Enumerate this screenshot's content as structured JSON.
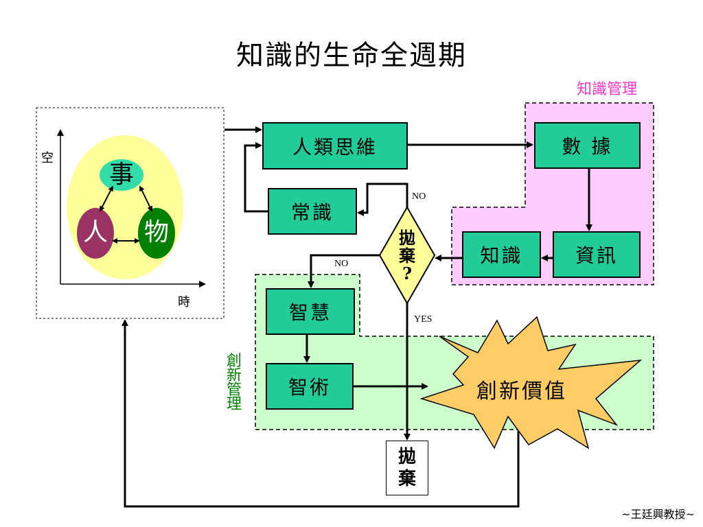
{
  "title": "知識的生命全週期",
  "regions": {
    "knowledge_mgmt_label": "知識管理",
    "innovation_mgmt_label": "創新管理"
  },
  "left_panel": {
    "y_axis_label": "空",
    "x_axis_label": "時",
    "event": "事",
    "person": "人",
    "thing": "物"
  },
  "nodes": {
    "human_thinking": "人類思維",
    "data": "數 據",
    "common_sense": "常識",
    "information": "資訊",
    "knowledge": "知識",
    "discard_decision": "拋\n棄\n?",
    "wisdom": "智慧",
    "skill": "智術",
    "innovation_value": "創新價值",
    "discard": "拋\n棄"
  },
  "edge_labels": {
    "no_upper": "NO",
    "no_lower": "NO",
    "yes": "YES"
  },
  "footer": "~王廷興教授~",
  "colors": {
    "box_fill": "#22cc99",
    "pink_region": "#ffccff",
    "green_region": "#ccffcc",
    "pink_label": "#ff33cc",
    "green_label": "#008000",
    "diamond_fill": "#ffff99",
    "star_fill": "#ffcc66",
    "oval_fill": "#ffff99",
    "event_fill": "#33ddaa",
    "person_fill": "#993366",
    "thing_fill": "#008000"
  }
}
